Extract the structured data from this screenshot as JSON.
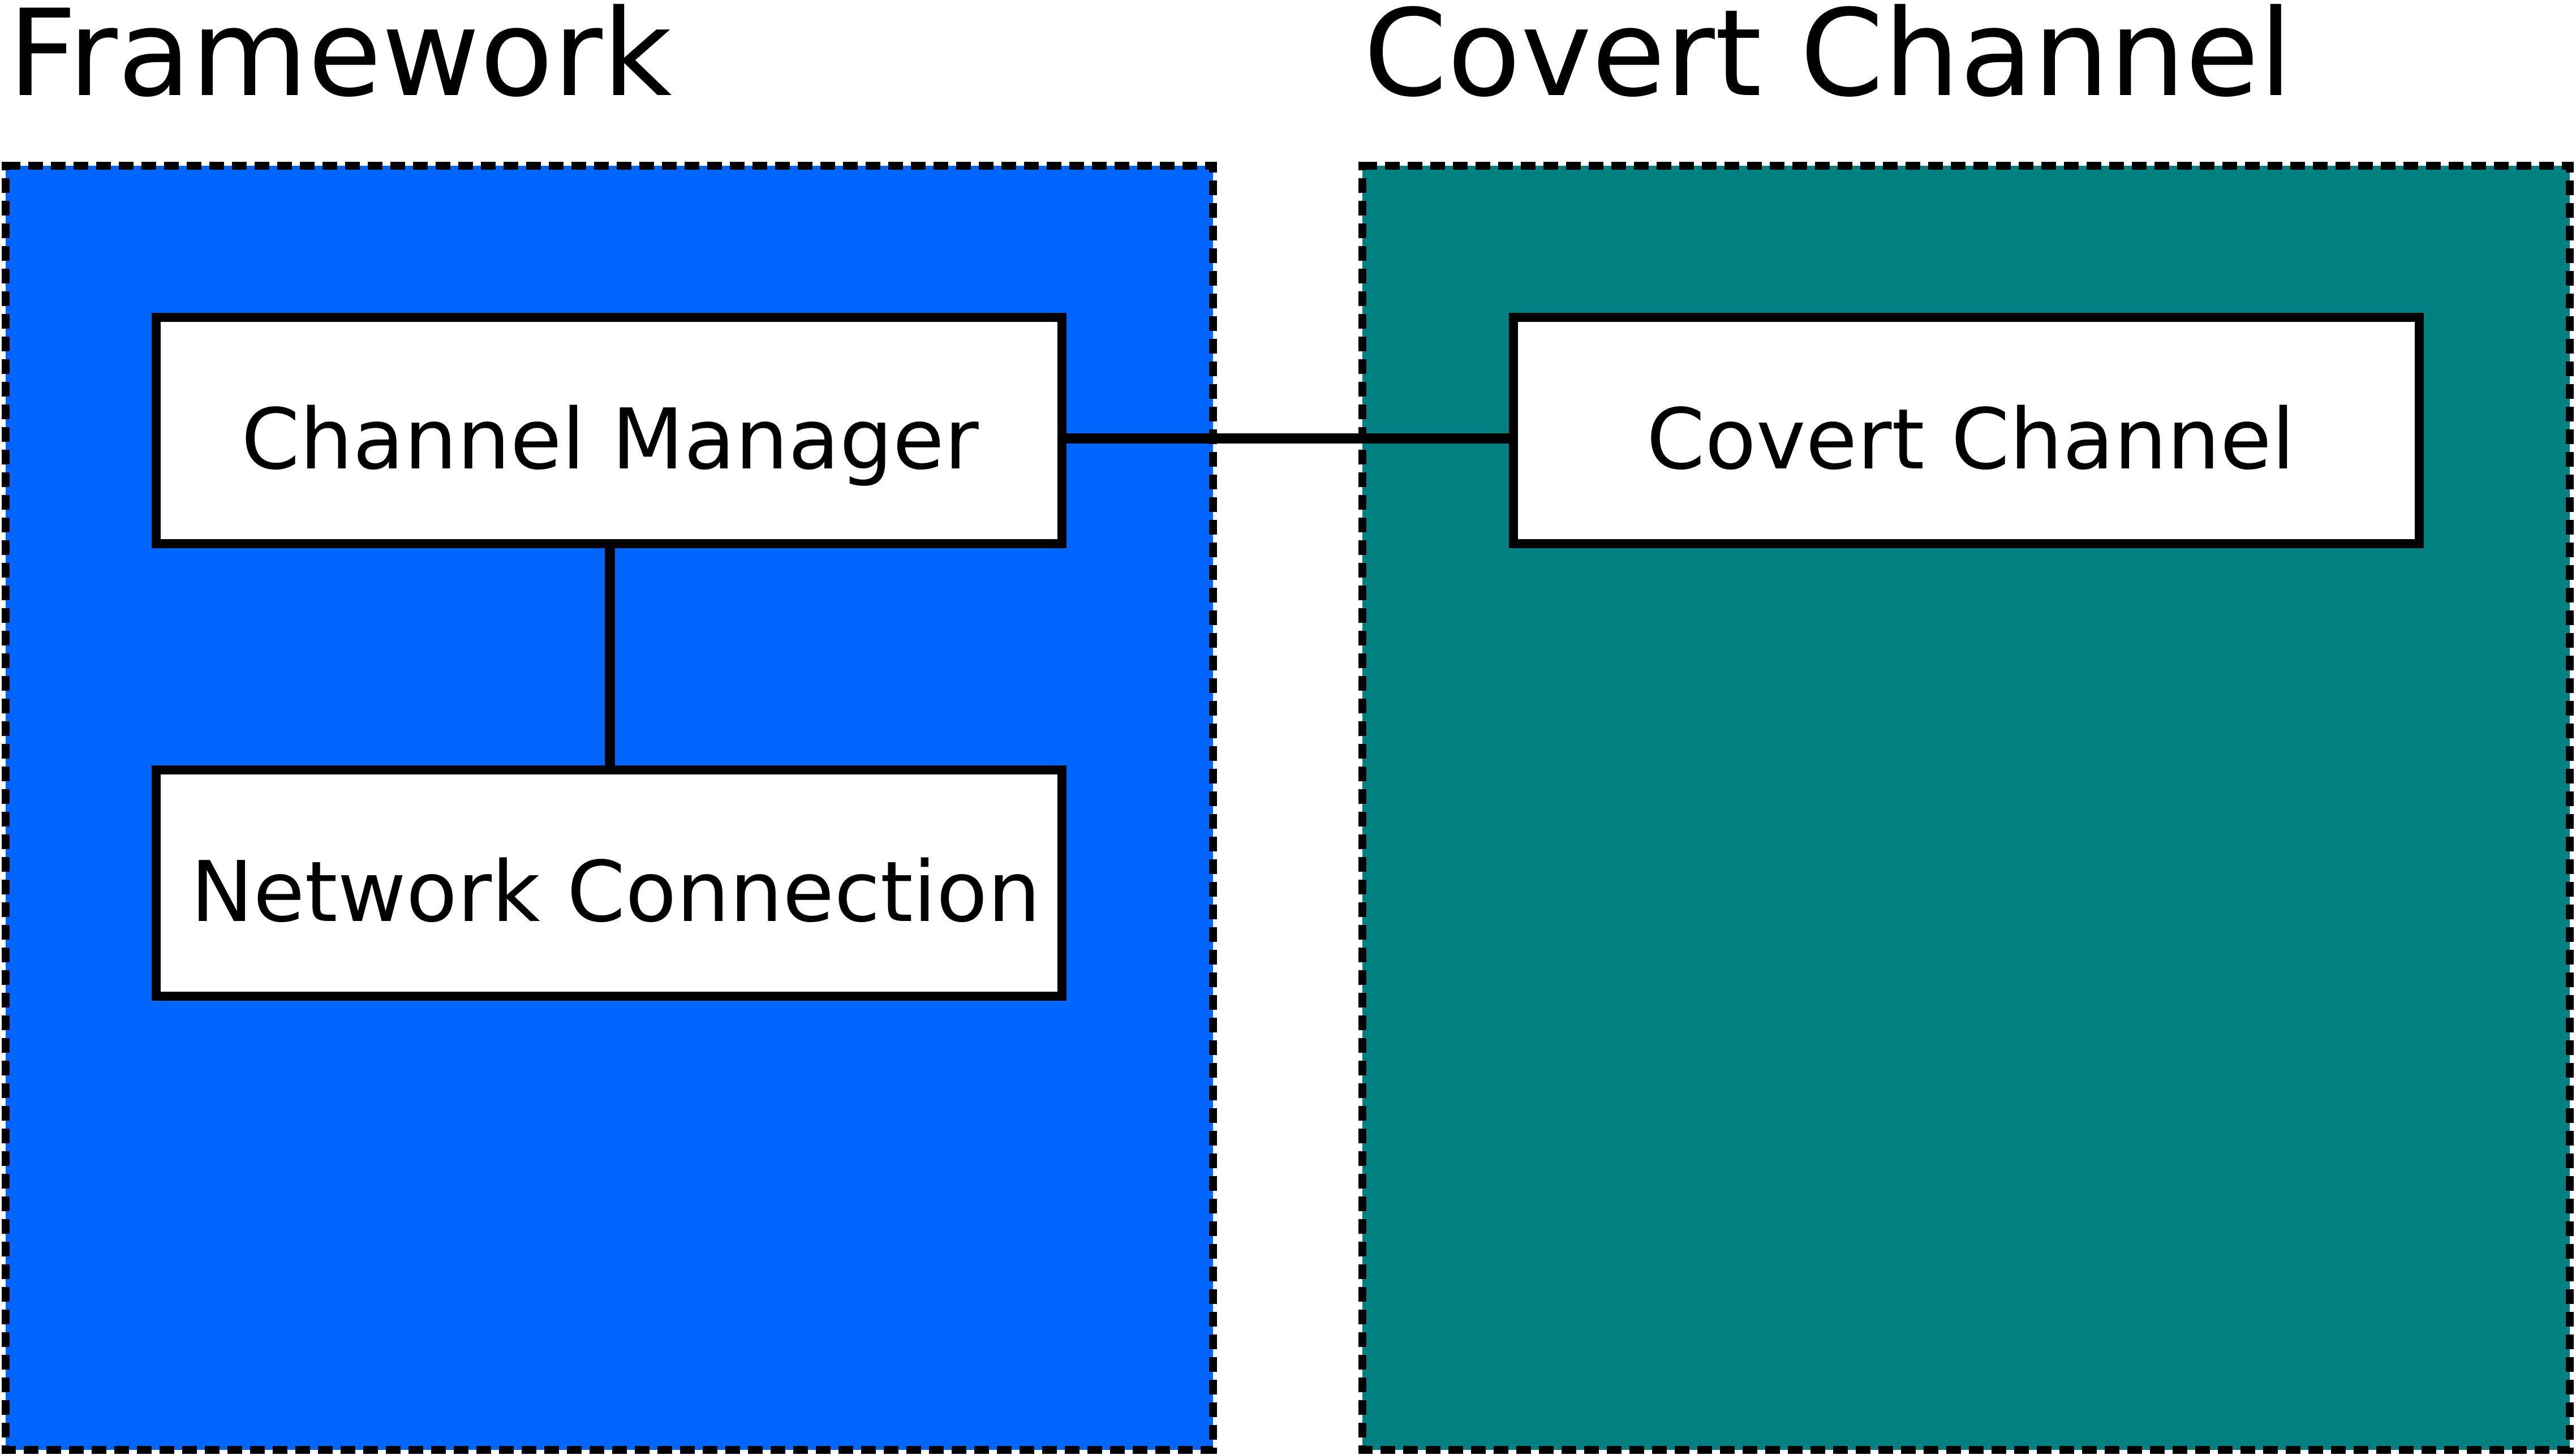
{
  "groups": {
    "framework": {
      "title": "Framework",
      "fill": "#0066ff"
    },
    "covert_channel": {
      "title": "Covert Channel",
      "fill": "#008080"
    }
  },
  "nodes": {
    "channel_manager": {
      "label": "Channel Manager"
    },
    "network_connection": {
      "label": "Network Connection"
    },
    "covert_channel": {
      "label": "Covert Channel"
    }
  },
  "edges": [
    {
      "from": "channel_manager",
      "to": "network_connection"
    },
    {
      "from": "channel_manager",
      "to": "covert_channel"
    }
  ],
  "colors": {
    "node_fill": "#ffffff",
    "line": "#000000",
    "border": "#000000"
  }
}
